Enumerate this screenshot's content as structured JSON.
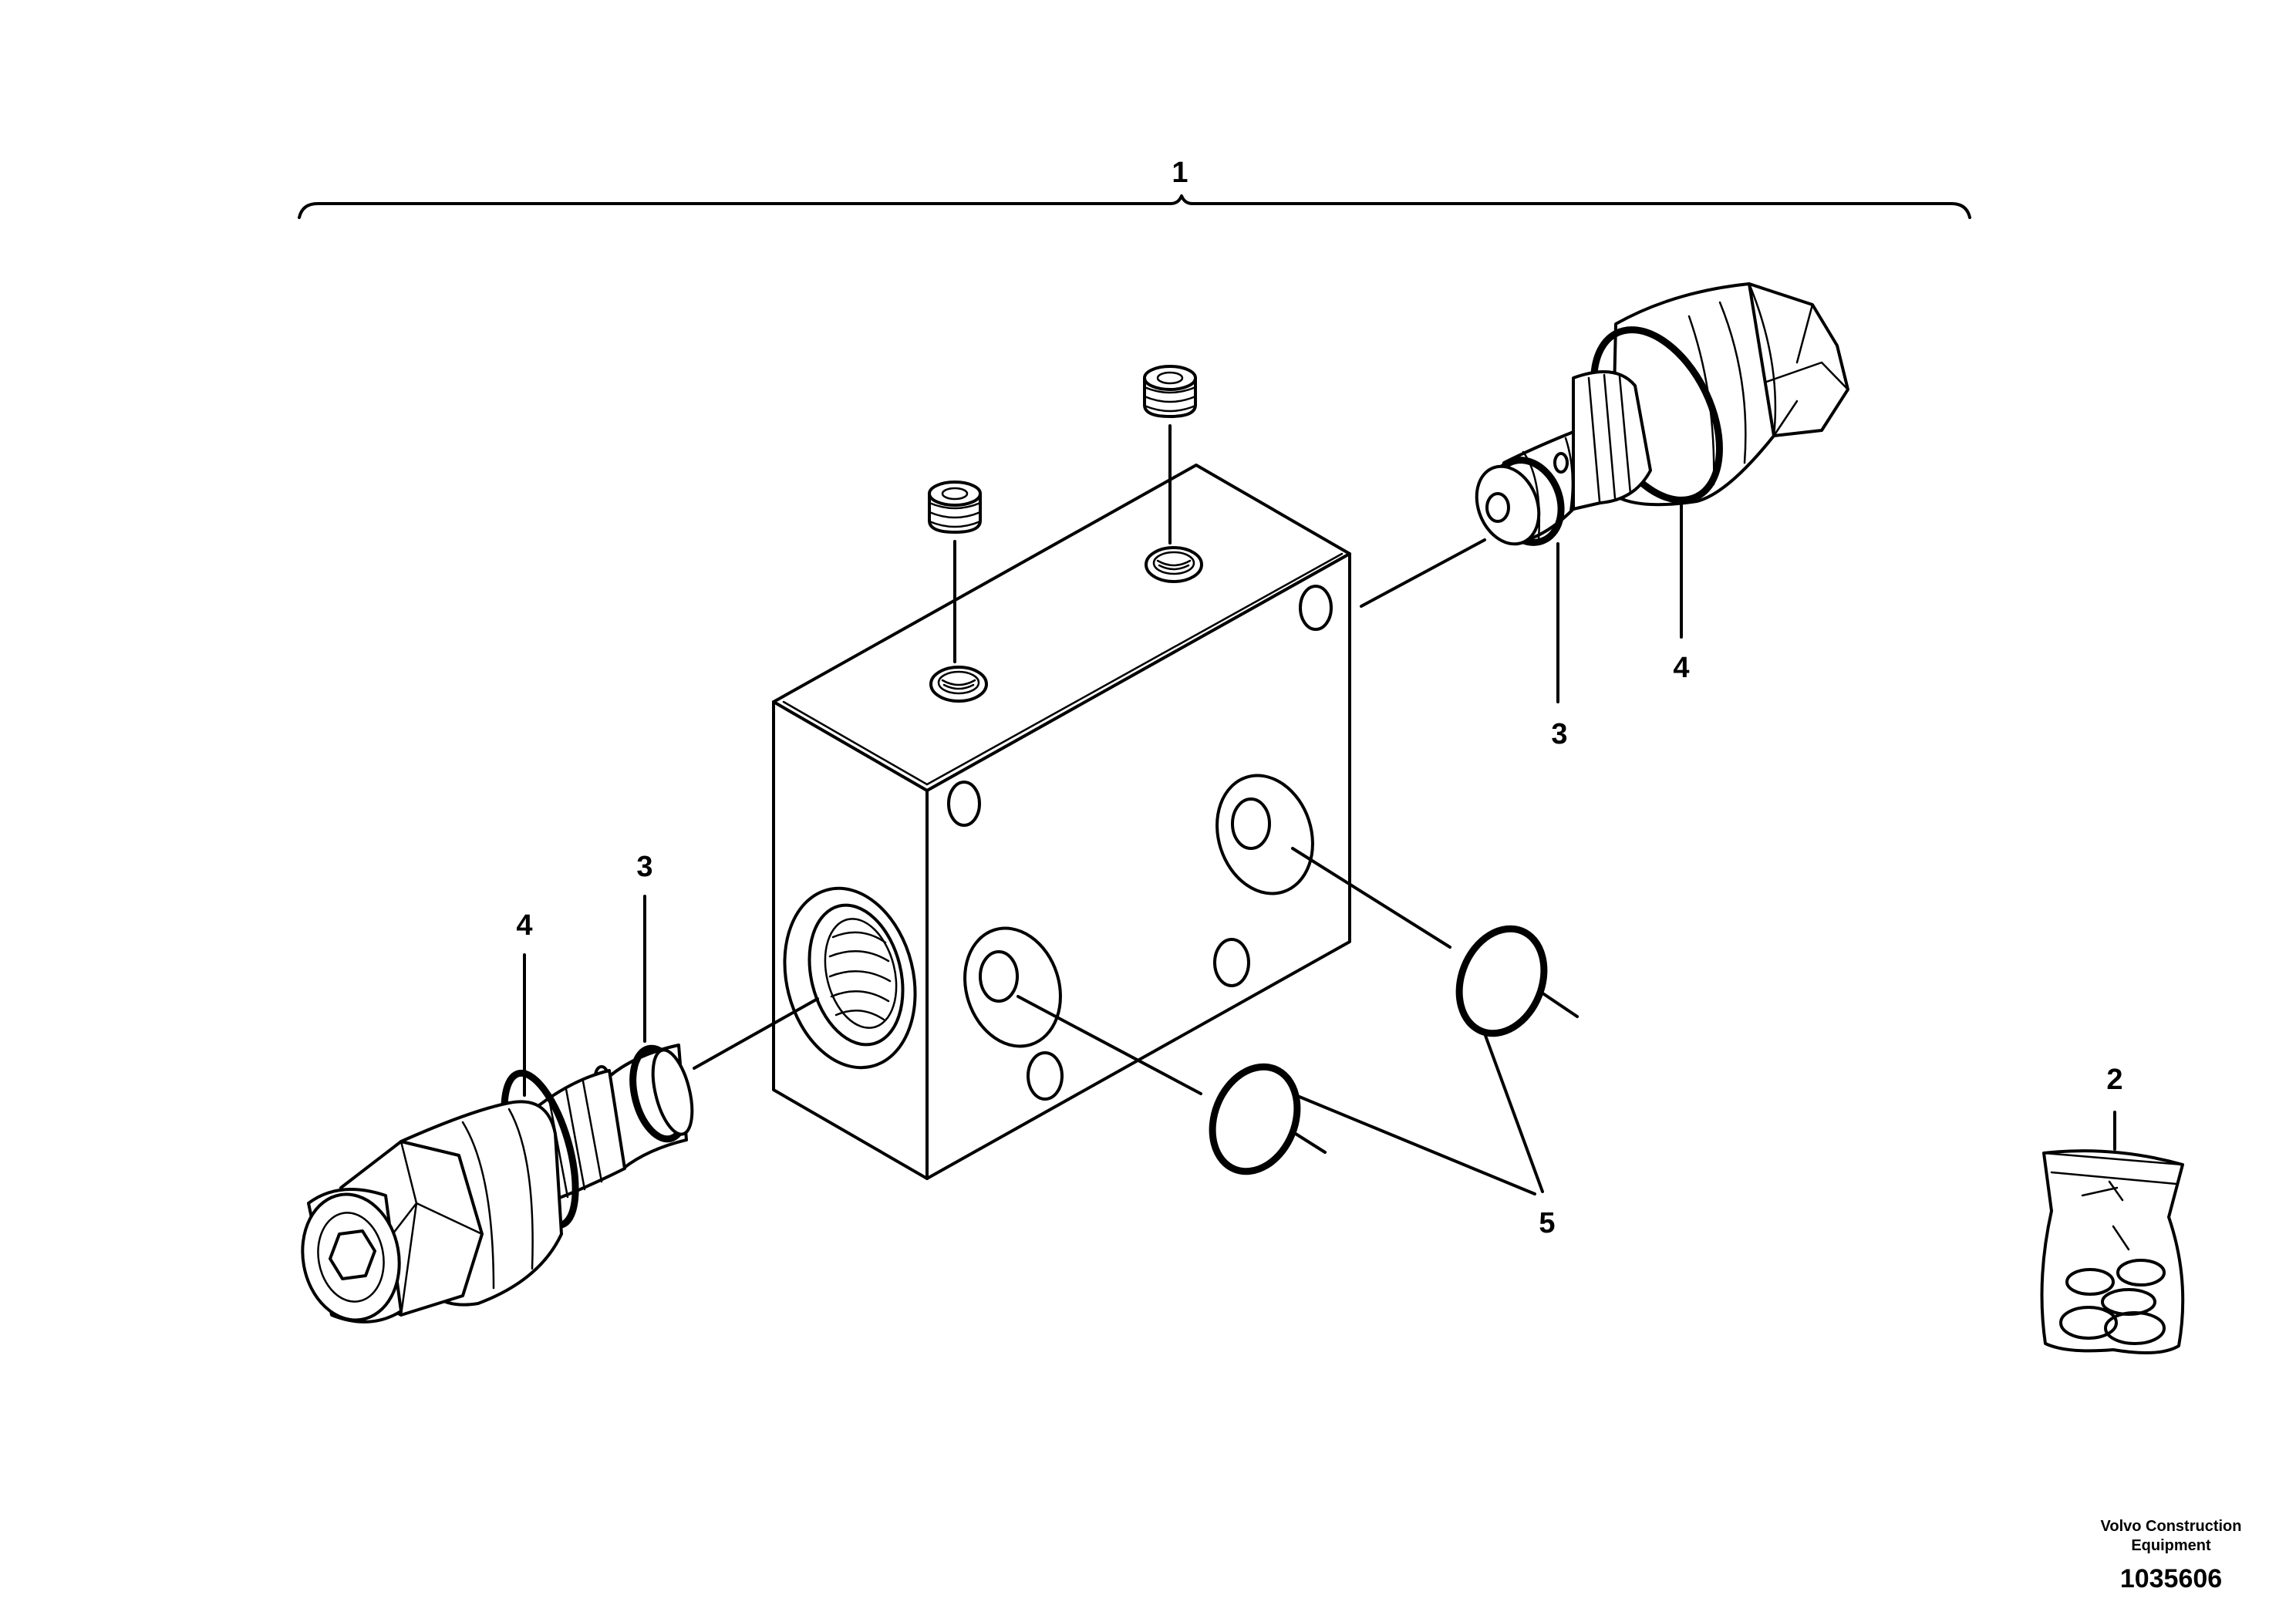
{
  "callouts": {
    "c1": "1",
    "c2": "2",
    "c3_left": "3",
    "c3_right": "3",
    "c4_left": "4",
    "c4_right": "4",
    "c5": "5"
  },
  "footer": {
    "company_line1": "Volvo Construction",
    "company_line2": "Equipment",
    "document_number": "1035606"
  }
}
